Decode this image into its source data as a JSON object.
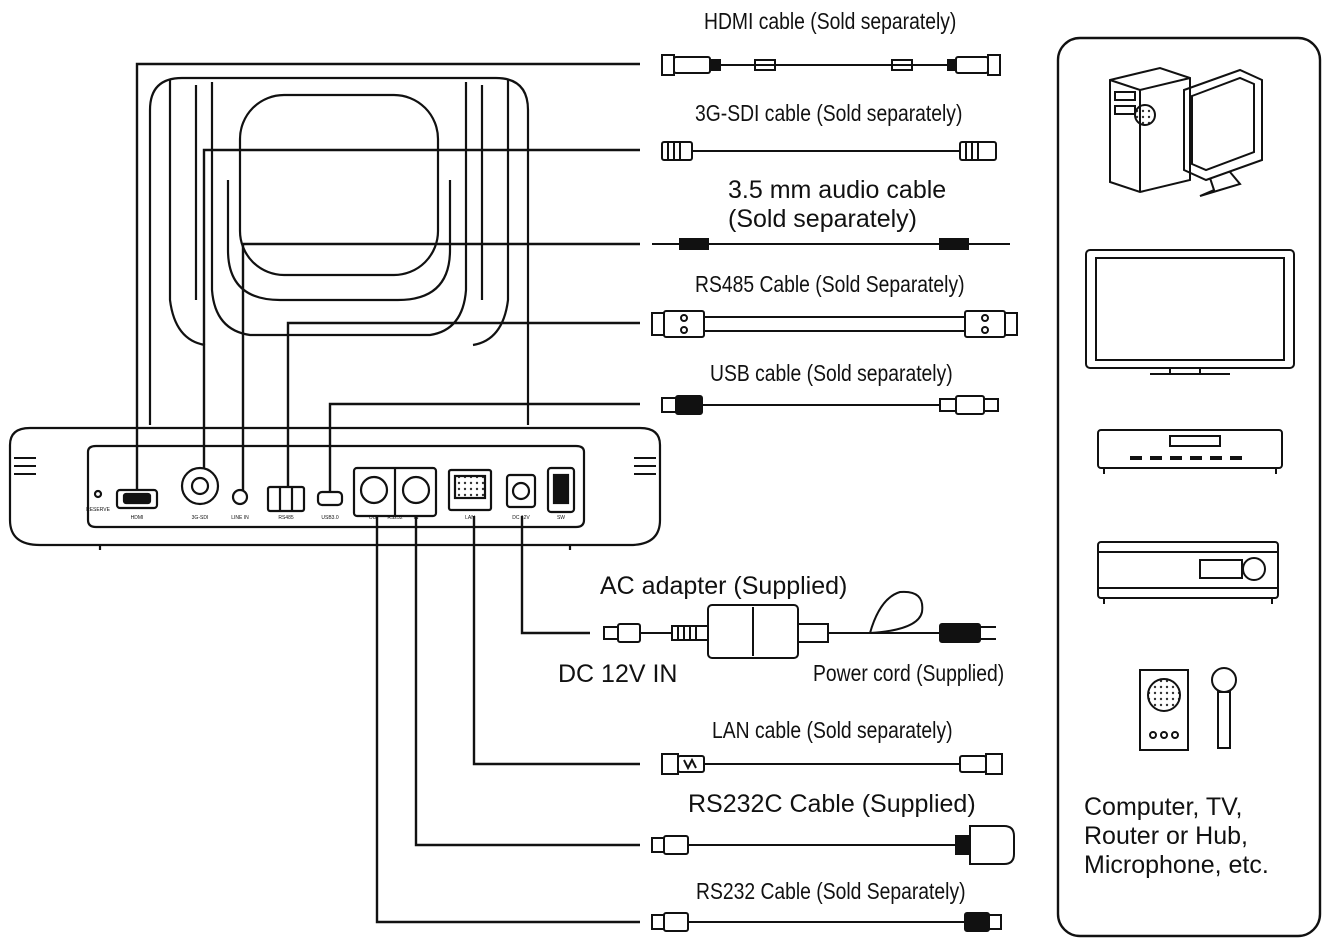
{
  "cables": [
    {
      "id": "hdmi",
      "label": "HDMI cable (Sold separately)"
    },
    {
      "id": "sdi",
      "label": "3G-SDI cable (Sold separately)"
    },
    {
      "id": "audio",
      "label": "3.5 mm audio cable\n(Sold separately)"
    },
    {
      "id": "rs485",
      "label": "RS485 Cable (Sold Separately)"
    },
    {
      "id": "usb",
      "label": "USB cable (Sold separately)"
    },
    {
      "id": "lan",
      "label": "LAN cable (Sold separately)"
    },
    {
      "id": "rs232c",
      "label": "RS232C Cable (Supplied)"
    },
    {
      "id": "rs232",
      "label": "RS232 Cable (Sold Separately)"
    }
  ],
  "power": {
    "adapter_label": "AC adapter (Supplied)",
    "dc_label": "DC 12V IN",
    "cord_label": "Power cord (Supplied)"
  },
  "devices_panel": {
    "caption": "Computer, TV,\nRouter or Hub,\nMicrophone, etc.",
    "icons": [
      "computer-icon",
      "tv-icon",
      "router-icon",
      "av-receiver-icon",
      "microphone-icon"
    ]
  },
  "camera_ports": {
    "labels": [
      "RESERVE",
      "HDMI",
      "3G-SDI",
      "LINE IN",
      "RS485",
      "USB3.0",
      "OUT",
      "RS232",
      "IN",
      "LAN",
      "DC 12V",
      "SW"
    ]
  }
}
